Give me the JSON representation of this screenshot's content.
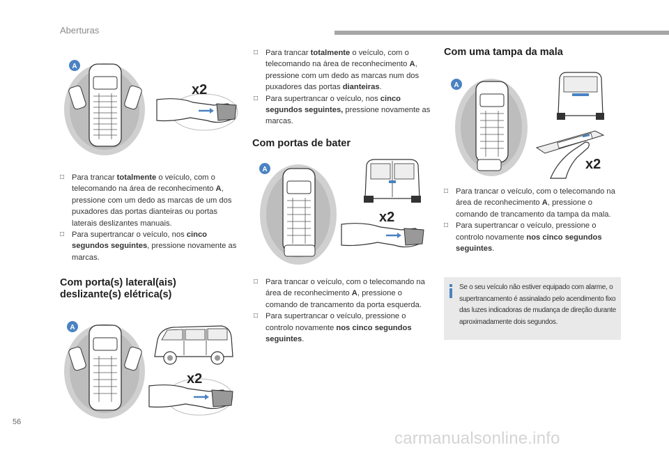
{
  "header": {
    "title": "Aberturas"
  },
  "page_number": "56",
  "watermark": "carmanualsonline.info",
  "figures": {
    "label_a": "A",
    "multiplier": "x2"
  },
  "col1": {
    "bullet1": {
      "pre": "Para trancar ",
      "bold": "totalmente",
      "mid": " o veículo, com o telecomando na área de reconhecimento ",
      "bold2": "A",
      "post": ", pressione com um dedo as marcas de um dos puxadores das portas dianteiras ou portas laterais deslizantes manuais."
    },
    "bullet2": {
      "pre": "Para supertrancar o veículo, nos ",
      "bold": "cinco segundos seguintes",
      "post": ", pressione novamente as marcas."
    },
    "section_title_line1": "Com porta(s) lateral(ais)",
    "section_title_line2": "deslizante(s) elétrica(s)"
  },
  "col2": {
    "bullet1": {
      "pre": "Para trancar ",
      "bold": "totalmente",
      "mid": " o veículo, com o telecomando na área de reconhecimento ",
      "bold2": "A",
      "mid2": ", pressione com um dedo as marcas num dos puxadores das portas ",
      "bold3": "dianteiras",
      "post": "."
    },
    "bullet2": {
      "pre": "Para supertrancar o veículo, nos ",
      "bold": "cinco segundos seguintes,",
      "post": " pressione novamente as marcas."
    },
    "section_title": "Com portas de bater",
    "bullet3": {
      "pre": "Para trancar o veículo, com o telecomando na área de reconhecimento ",
      "bold": "A",
      "post": ", pressione o comando de trancamento da porta esquerda."
    },
    "bullet4": {
      "pre": "Para supertrancar o veículo, pressione o controlo novamente ",
      "bold": "nos cinco segundos seguintes",
      "post": "."
    }
  },
  "col3": {
    "section_title": "Com uma tampa da mala",
    "bullet1": {
      "pre": "Para trancar o veículo, com o telecomando na área de reconhecimento ",
      "bold": "A",
      "post": ", pressione o comando de trancamento da tampa da mala."
    },
    "bullet2": {
      "pre": "Para supertrancar o veículo, pressione o controlo novamente ",
      "bold": "nos cinco segundos seguintes",
      "post": "."
    },
    "note": "Se o seu veículo não estiver equipado com alarme, o supertrancamento é assinalado pelo acendimento fixo das luzes indicadoras de mudança de direção durante aproximadamente dois segundos."
  },
  "colors": {
    "accent_blue": "#4a82c2",
    "zone_gray": "#c9c9c9",
    "header_bar": "#a6a6a6"
  }
}
